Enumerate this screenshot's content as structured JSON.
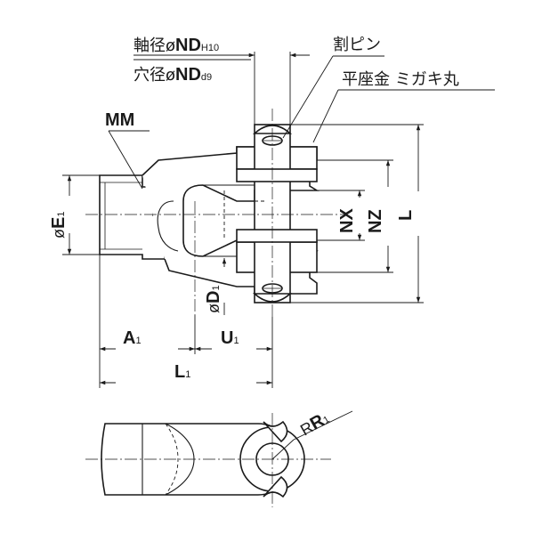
{
  "callouts": {
    "shaft_dia": {
      "prefix": "軸径ø",
      "main": "ND",
      "sub": "H10"
    },
    "hole_dia": {
      "prefix": "穴径ø",
      "main": "ND",
      "sub": "d9"
    },
    "split_pin": "割ピン",
    "flat_washer": "平座金 ミガキ丸",
    "thread": "MM"
  },
  "dimensions": {
    "e1": {
      "prefix": "ø",
      "main": "E",
      "sub": "1"
    },
    "d1": {
      "prefix": "ø",
      "main": "D",
      "sub": "1"
    },
    "nx": "NX",
    "nz": "NZ",
    "l": "L",
    "a1": {
      "main": "A",
      "sub": "1"
    },
    "u1": {
      "main": "U",
      "sub": "1"
    },
    "l1": {
      "main": "L",
      "sub": "1"
    },
    "r1": {
      "prefix": "R",
      "main": "R",
      "sub": "1"
    }
  }
}
